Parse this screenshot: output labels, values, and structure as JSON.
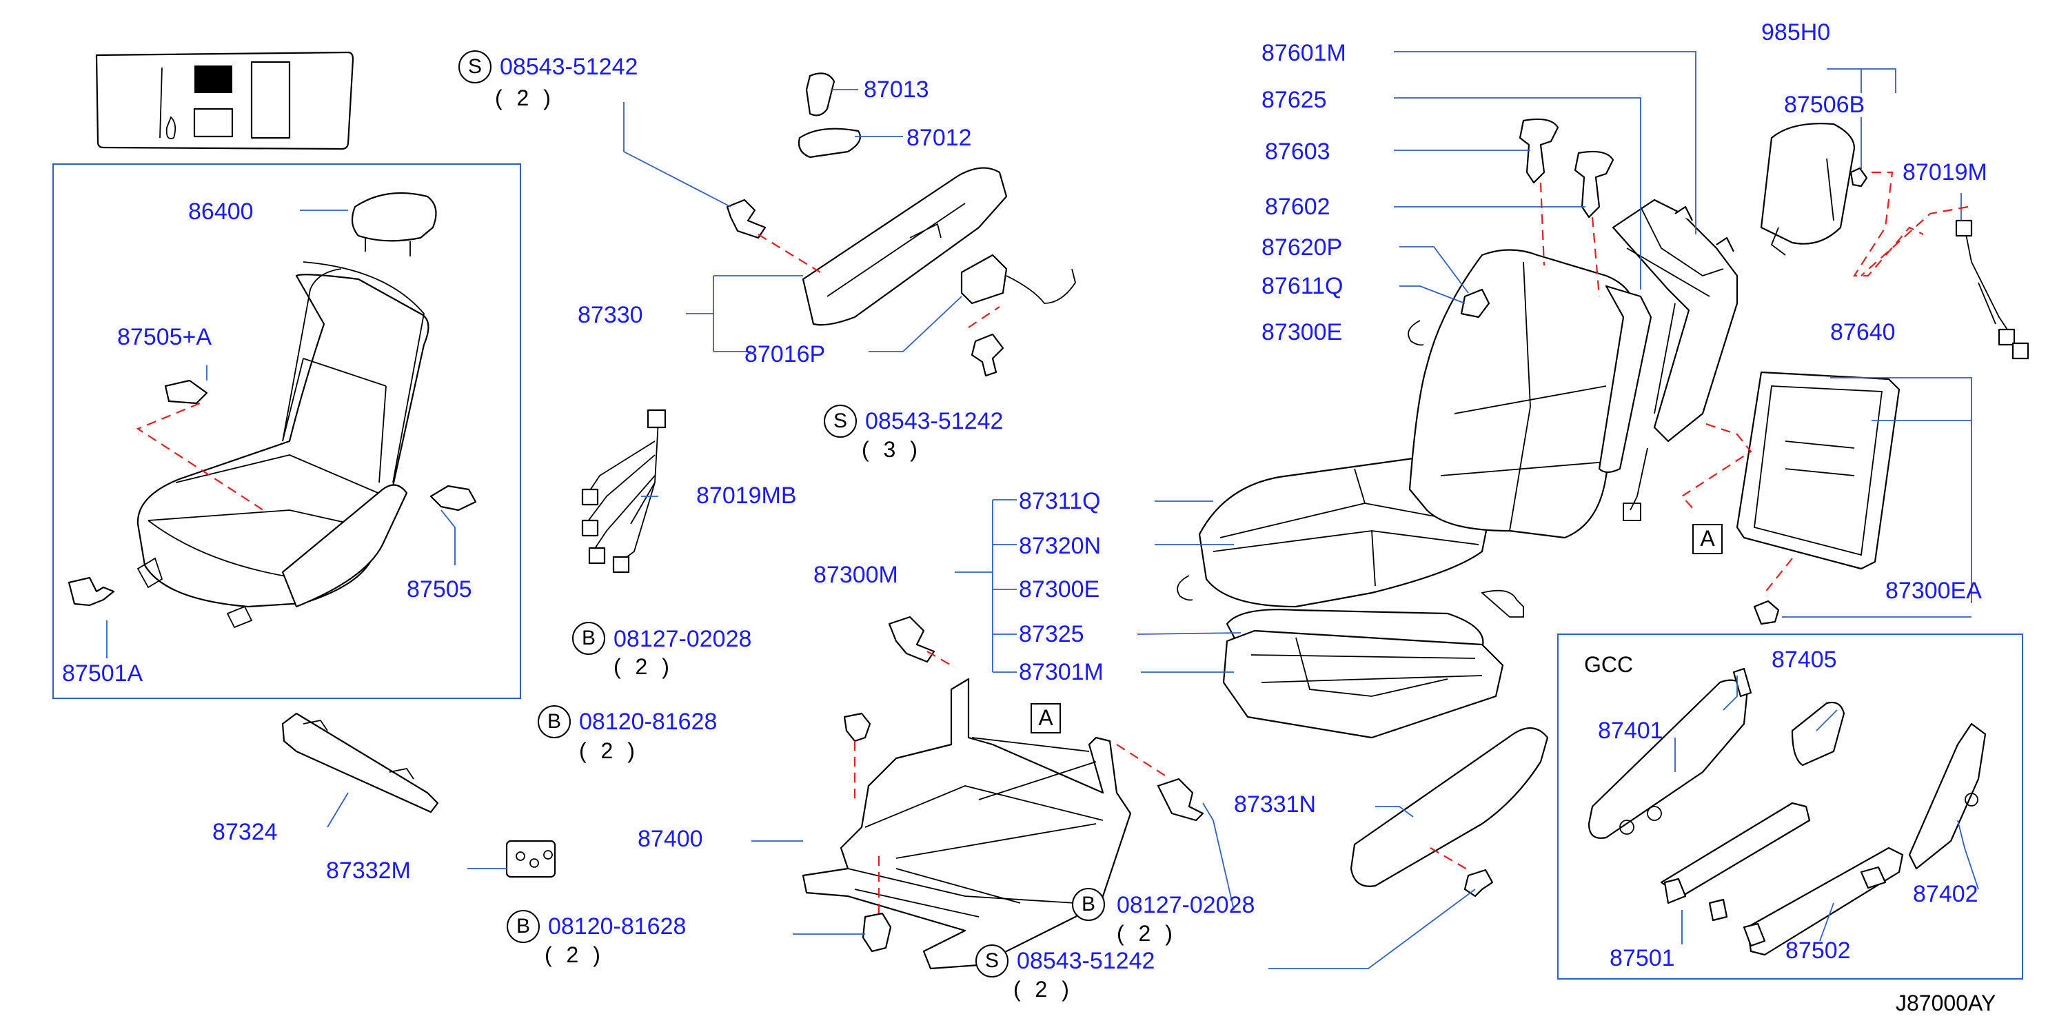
{
  "drawing_id": "J87000AY",
  "gcc_label": "GCC",
  "ref_tag": "A",
  "prefix_s": "S",
  "prefix_b": "B",
  "parts": {
    "p86400": "86400",
    "p87505A": "87505+A",
    "p87505": "87505",
    "p87501A": "87501A",
    "p87324": "87324",
    "p87332M": "87332M",
    "p87013": "87013",
    "p87012": "87012",
    "p87330": "87330",
    "p87016P": "87016P",
    "p87019MB": "87019MB",
    "p87300M": "87300M",
    "p87311Q": "87311Q",
    "p87320N": "87320N",
    "p87300E_b": "87300E",
    "p87325": "87325",
    "p87301M": "87301M",
    "p87400": "87400",
    "p87331N": "87331N",
    "p87601M": "87601M",
    "p87625": "87625",
    "p87603": "87603",
    "p87602": "87602",
    "p87620P": "87620P",
    "p87611Q": "87611Q",
    "p87300E_t": "87300E",
    "p985H0": "985H0",
    "p87506B": "87506B",
    "p87019M": "87019M",
    "p87640": "87640",
    "p87300EA": "87300EA",
    "p87405": "87405",
    "p87401": "87401",
    "p87402": "87402",
    "p87501": "87501",
    "p87502": "87502"
  },
  "fasteners": {
    "f1": {
      "num": "08543-51242",
      "qty": "( 2 )"
    },
    "f2": {
      "num": "08543-51242",
      "qty": "( 3 )"
    },
    "f3": {
      "num": "08127-02028",
      "qty": "( 2 )"
    },
    "f4": {
      "num": "08120-81628",
      "qty": "( 2 )"
    },
    "f5": {
      "num": "08120-81628",
      "qty": "( 2 )"
    },
    "f6": {
      "num": "08127-02028",
      "qty": "( 2 )"
    },
    "f7": {
      "num": "08543-51242",
      "qty": "( 2 )"
    }
  }
}
